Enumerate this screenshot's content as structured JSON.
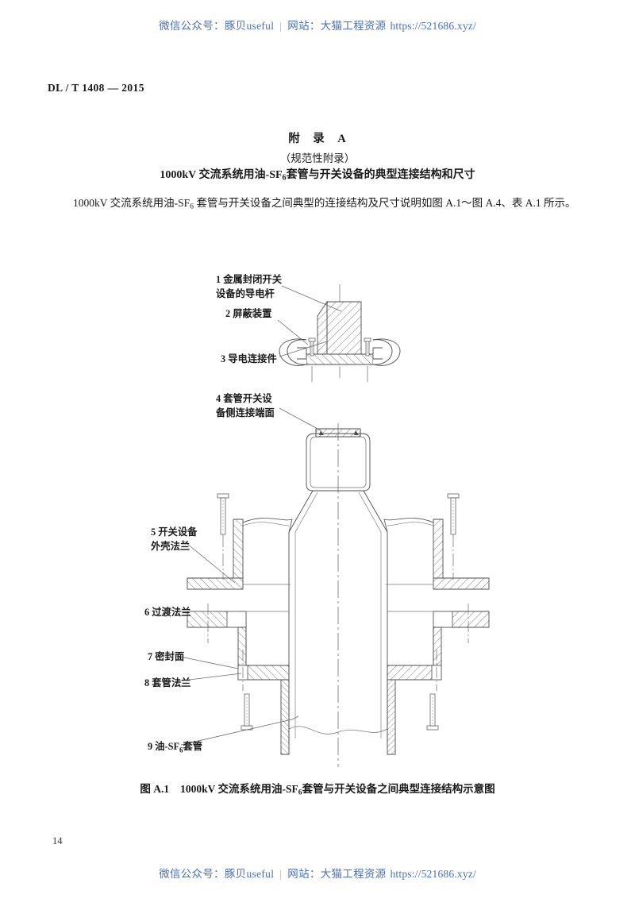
{
  "watermark": {
    "wechat_label": "微信公众号：豚贝useful",
    "separator": "|",
    "site_label": "网站：大猫工程资源",
    "url": "https://521686.xyz/"
  },
  "header": {
    "standard_number": "DL / T 1408 — 2015"
  },
  "annex": {
    "label": "附　录　A",
    "kind": "（规范性附录）",
    "title_part1": "1000kV 交流系统用油-SF",
    "title_sub": "6",
    "title_part2": "套管与开关设备的典型连接结构和尺寸"
  },
  "intro": {
    "part1": "1000kV  交流系统用油-SF",
    "sub": "6",
    "part2": " 套管与开关设备之间典型的连接结构及尺寸说明如图  A.1～图  A.4、表 A.1 所示。"
  },
  "figure": {
    "callouts": [
      {
        "id": "1",
        "line1": "1 金属封闭开关",
        "line2": "设备的导电杆"
      },
      {
        "id": "2",
        "line1": "2 屏蔽装置",
        "line2": ""
      },
      {
        "id": "3",
        "line1": "3 导电连接件",
        "line2": ""
      },
      {
        "id": "4",
        "line1": "4 套管开关设",
        "line2": "备侧连接端面"
      },
      {
        "id": "5",
        "line1": "5 开关设备",
        "line2": "外壳法兰"
      },
      {
        "id": "6",
        "line1": "6 过渡法兰",
        "line2": ""
      },
      {
        "id": "7",
        "line1": "7 密封面",
        "line2": ""
      },
      {
        "id": "8",
        "line1": "8 套管法兰",
        "line2": ""
      },
      {
        "id": "9",
        "line1": "9 油-SF",
        "sub": "6",
        "line2": "套管"
      }
    ],
    "caption_number": "图 A.1",
    "caption_part1": "1000kV 交流系统用油-SF",
    "caption_sub": "6",
    "caption_part2": "套管与开关设备之间典型连接结构示意图"
  },
  "footer": {
    "page_number": "14"
  },
  "colors": {
    "watermark_blue": "#4a6fb5",
    "text_black": "#1a1a1a",
    "line_gray": "#555555"
  }
}
